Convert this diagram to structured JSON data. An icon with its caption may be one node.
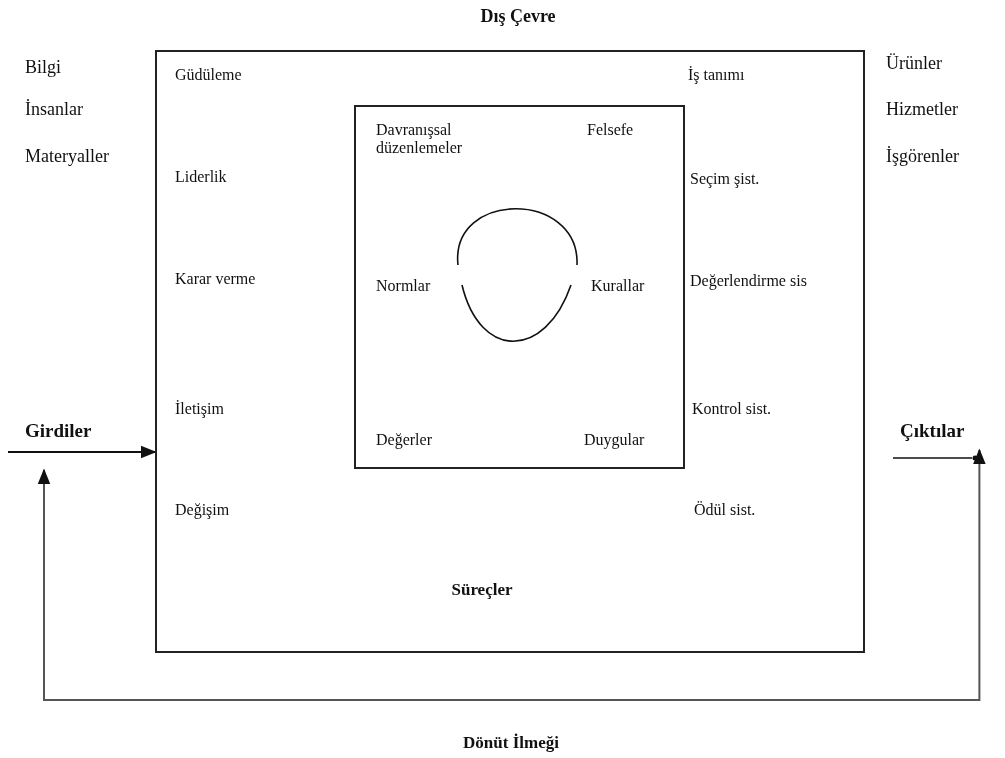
{
  "diagram": {
    "title": "Dış Çevre",
    "nodes": [
      {
        "text": [
          "Güdüleme",
          "Liderlik",
          "Karar verme",
          "İletişim",
          "Değişim",
          "İş tanımı",
          "Seçim şist.",
          "Değerlendirme sis",
          "Kontrol sist.",
          "Ödül sist.",
          "Süreçler"
        ]
      },
      {
        "text": [
          "Davranışsal düzenlemeler",
          "Felsefe",
          "Normlar",
          "Kurallar",
          "Değerler",
          "Duygular"
        ],
        "in": 0
      },
      {
        "text": [
          "Girdiler"
        ]
      },
      {
        "text": [
          "Çıktılar"
        ]
      }
    ],
    "edges": [
      {
        "from": 2,
        "to": 0,
        "arrow": "to"
      },
      {
        "from": 3,
        "to": 2,
        "arrow": "both",
        "label": "Dönüt İlmeği"
      }
    ],
    "labels": [
      "Bilgi",
      "İnsanlar",
      "Materyaller",
      "Ürünler",
      "Hizmetler",
      "İşgörenler"
    ]
  }
}
